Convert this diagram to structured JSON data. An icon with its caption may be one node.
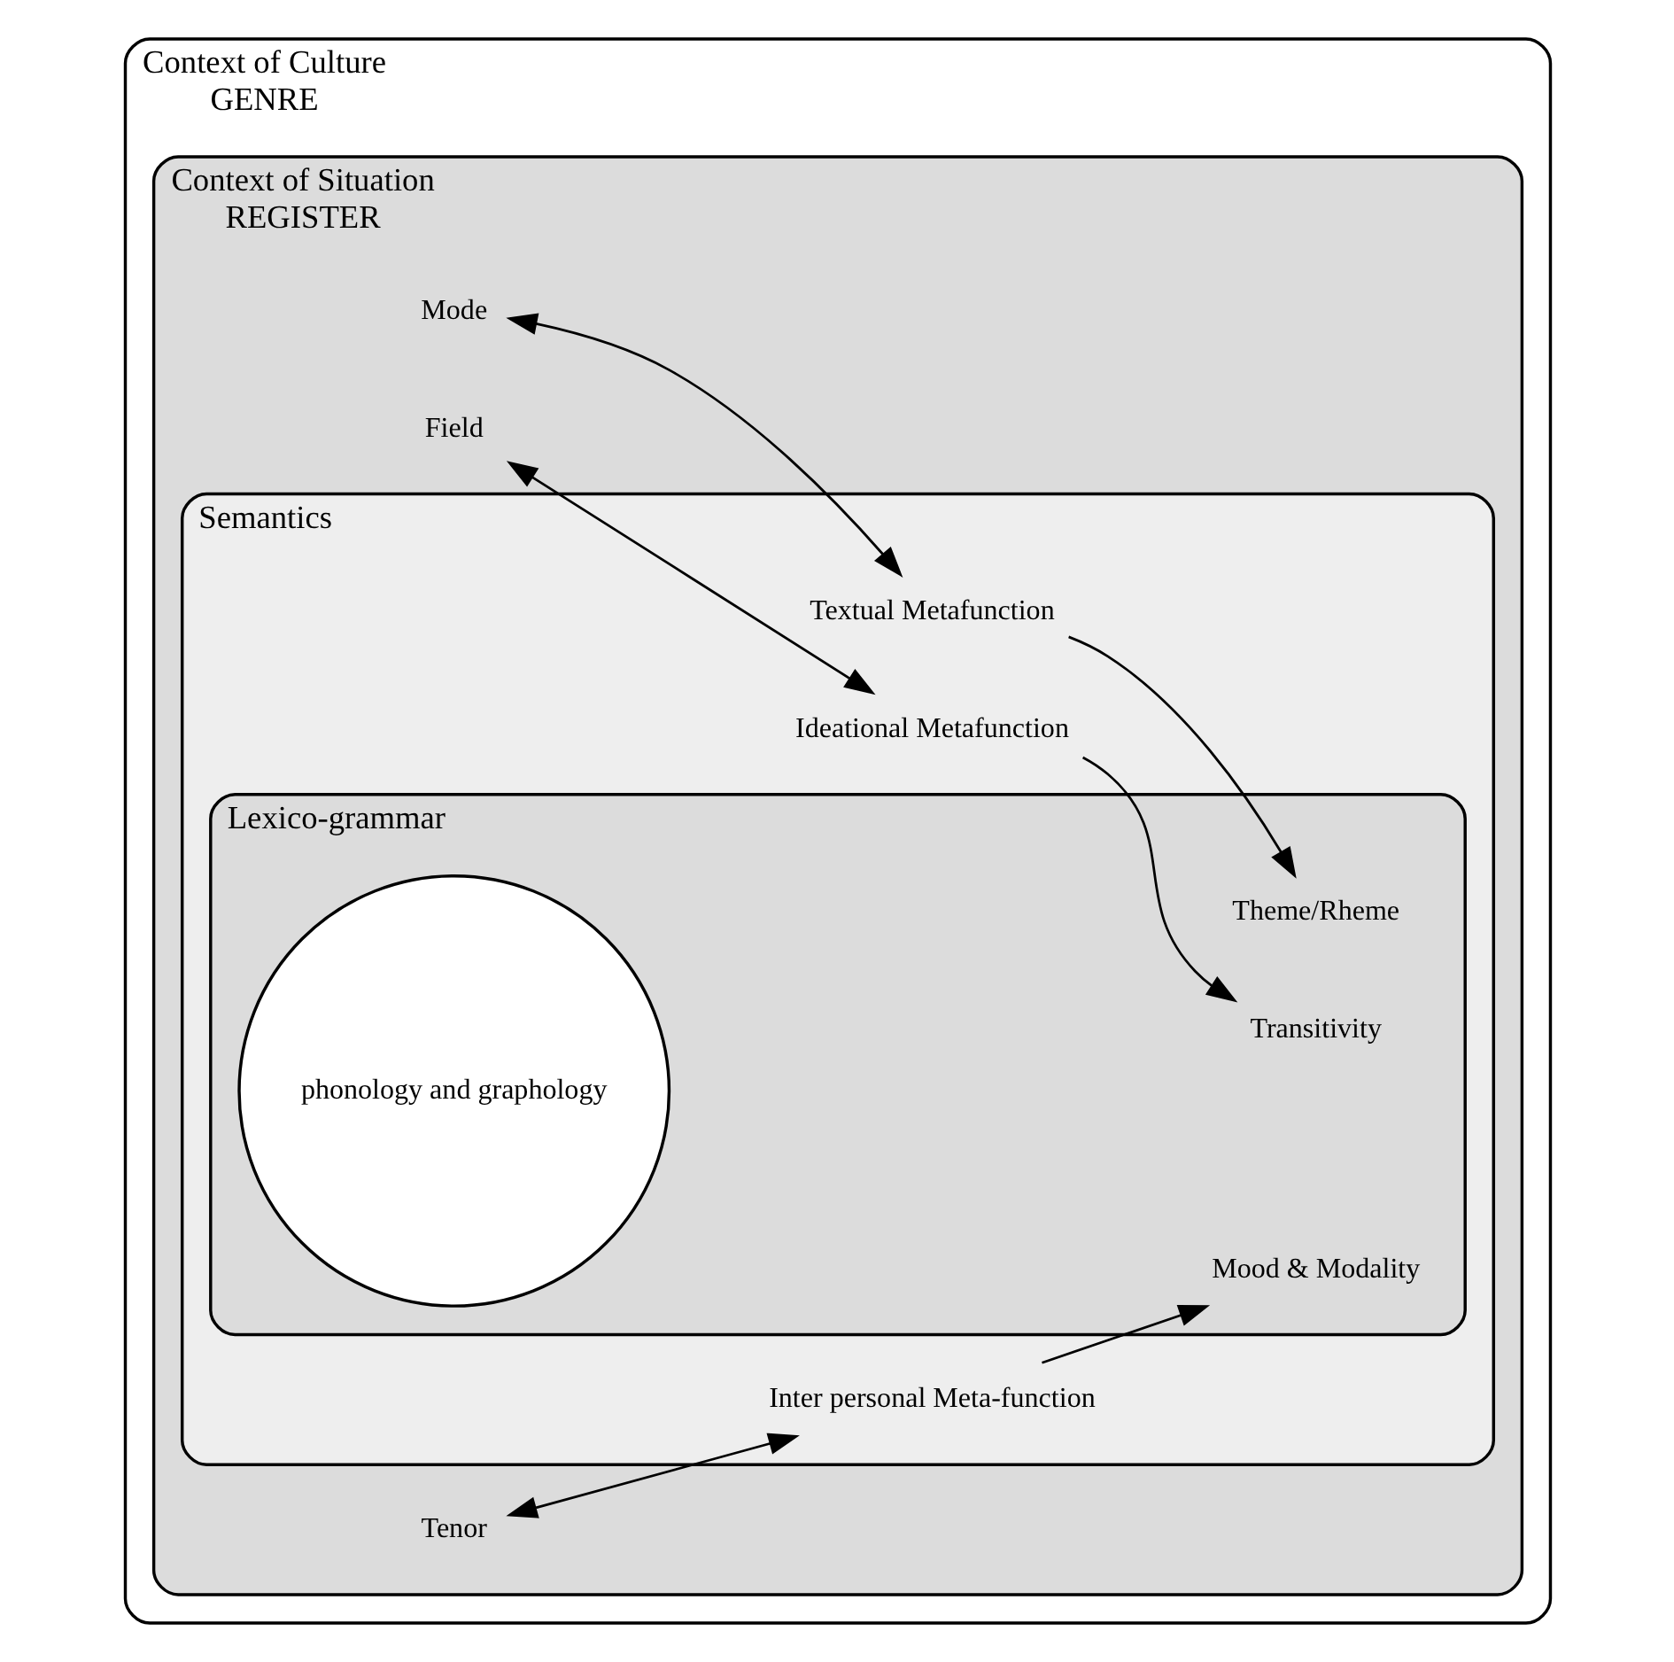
{
  "diagram": {
    "nodes": [
      {
        "text": [
          "Context of Culture",
          "GENRE"
        ]
      },
      {
        "text": [
          "Context of Situation",
          "REGISTER"
        ],
        "in": 0
      },
      {
        "text": [
          "Mode"
        ],
        "in": 1
      },
      {
        "text": [
          "Semantics"
        ],
        "in": 1
      },
      {
        "text": [
          "Textual Metafunction"
        ],
        "in": 3
      },
      {
        "text": [
          "Field"
        ],
        "in": 1
      },
      {
        "text": [
          "Ideational Metafunction"
        ],
        "in": 3
      },
      {
        "text": [
          "Lexico-grammar"
        ],
        "in": 3
      },
      {
        "text": [
          "Theme/Rheme"
        ],
        "in": 7
      },
      {
        "text": [
          "Transitivity"
        ],
        "in": 7
      },
      {
        "text": [
          "phonology and graphology"
        ],
        "in": 7
      },
      {
        "text": [
          "Tenor"
        ],
        "in": 1
      },
      {
        "text": [
          "Inter personal Meta-function"
        ],
        "in": 3
      },
      {
        "text": [
          "Mood & Modality"
        ],
        "in": 7
      }
    ],
    "edges": [
      {
        "from": 2,
        "to": 4,
        "arrow": "both"
      },
      {
        "from": 4,
        "to": 8,
        "arrow": "to"
      },
      {
        "from": 5,
        "to": 6,
        "arrow": "both"
      },
      {
        "from": 6,
        "to": 9,
        "arrow": "to"
      },
      {
        "from": 11,
        "to": 12,
        "arrow": "both"
      },
      {
        "from": 12,
        "to": 13,
        "arrow": "to"
      }
    ]
  }
}
